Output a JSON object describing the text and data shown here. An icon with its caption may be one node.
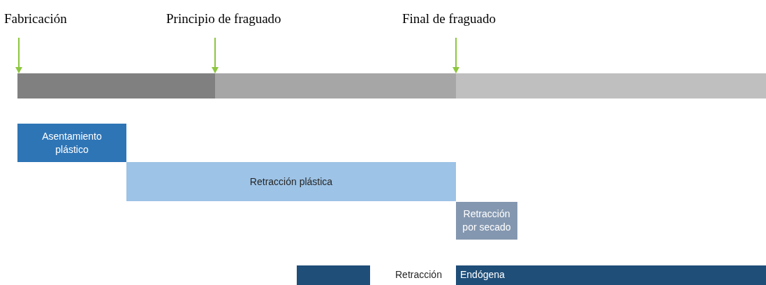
{
  "diagram": {
    "nodes": [
      {
        "text": [
          "Fabricación"
        ]
      },
      {
        "text": [
          "Principio de fraguado"
        ]
      },
      {
        "text": [
          "Final de fraguado"
        ]
      },
      {
        "text": [],
        "shape": "bar"
      },
      {
        "text": [],
        "shape": "bar"
      },
      {
        "text": [],
        "shape": "bar"
      },
      {
        "text": [
          "Asentamiento plástico"
        ]
      },
      {
        "text": [
          "Retracción plástica"
        ]
      },
      {
        "text": [
          "Retracción por secado"
        ]
      },
      {
        "text": [
          "Retracción",
          "Endógena"
        ]
      }
    ],
    "edges": [
      {
        "from": 0,
        "to": 3,
        "arrow": "to"
      },
      {
        "from": 1,
        "to": 4,
        "arrow": "to"
      },
      {
        "from": 2,
        "to": 5,
        "arrow": "to"
      }
    ]
  }
}
